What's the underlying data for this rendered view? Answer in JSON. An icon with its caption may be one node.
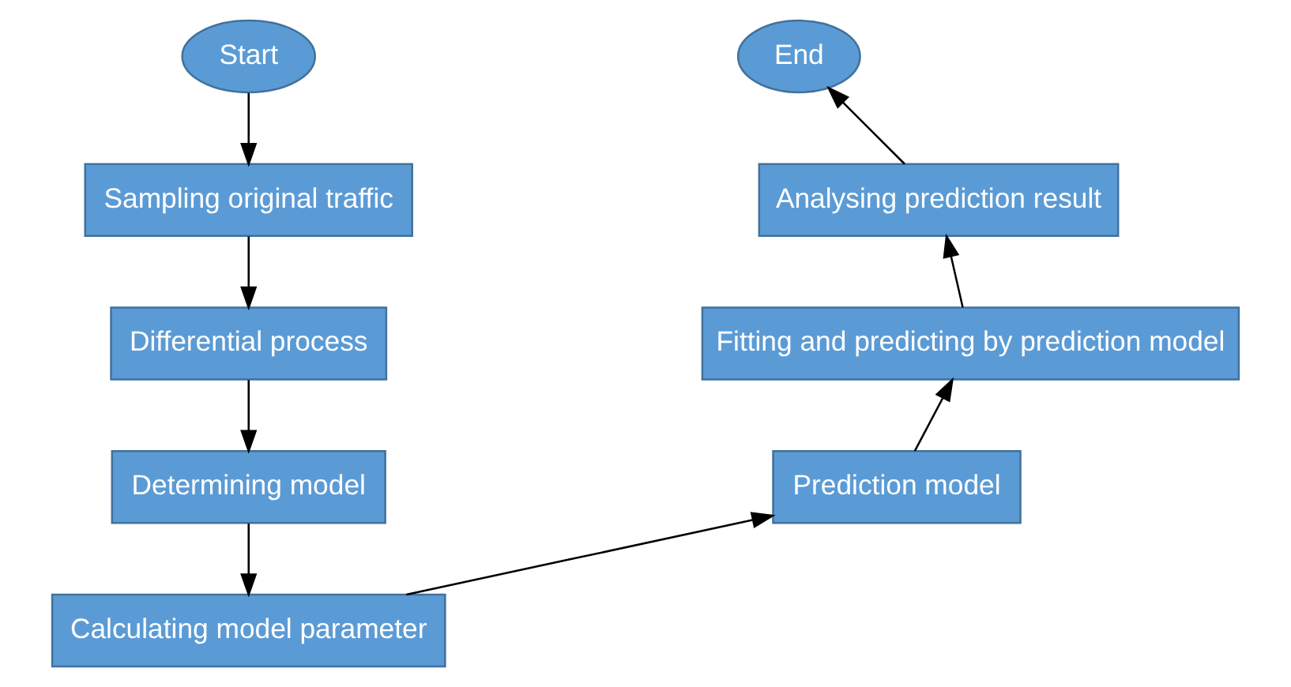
{
  "diagram": {
    "nodes": [
      {
        "text": [
          "Start"
        ]
      },
      {
        "text": [
          "Sampling original traffic"
        ]
      },
      {
        "text": [
          "Differential process"
        ]
      },
      {
        "text": [
          "Determining model"
        ]
      },
      {
        "text": [
          "Calculating model parameter"
        ]
      },
      {
        "text": [
          "Prediction model"
        ]
      },
      {
        "text": [
          "Fitting and predicting by prediction model"
        ]
      },
      {
        "text": [
          "Analysing prediction result"
        ]
      },
      {
        "text": [
          "End"
        ]
      }
    ],
    "edges": [
      {
        "from": 0,
        "to": 1,
        "arrow": "to"
      },
      {
        "from": 1,
        "to": 2,
        "arrow": "to"
      },
      {
        "from": 2,
        "to": 3,
        "arrow": "to"
      },
      {
        "from": 3,
        "to": 4,
        "arrow": "to"
      },
      {
        "from": 4,
        "to": 5,
        "arrow": "to"
      },
      {
        "from": 5,
        "to": 6,
        "arrow": "to"
      },
      {
        "from": 6,
        "to": 7,
        "arrow": "to"
      },
      {
        "from": 7,
        "to": 8,
        "arrow": "to"
      }
    ]
  }
}
